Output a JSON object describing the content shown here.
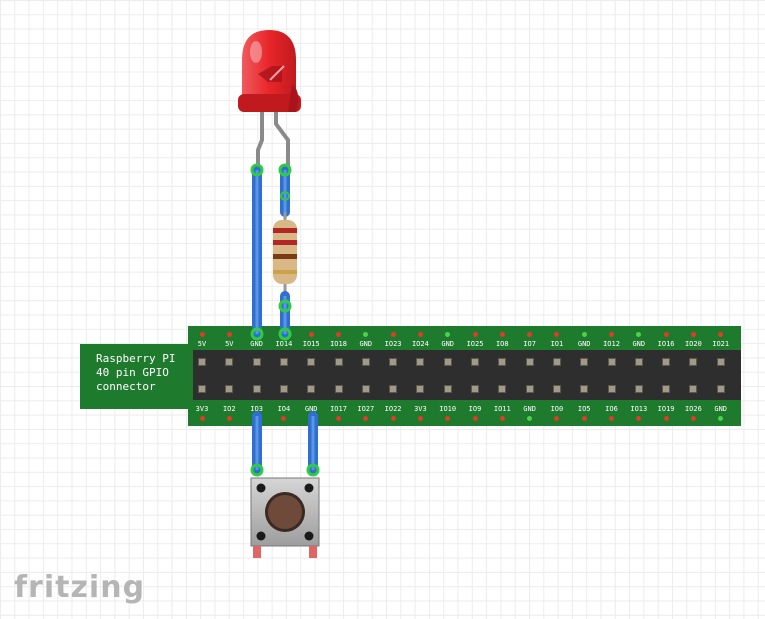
{
  "gpio_connector": {
    "label_lines": [
      "Raspberry PI",
      "40 pin GPIO",
      "connector"
    ],
    "top_pins": [
      "5V",
      "5V",
      "GND",
      "IO14",
      "IO15",
      "IO18",
      "GND",
      "IO23",
      "IO24",
      "GND",
      "IO25",
      "IO8",
      "IO7",
      "IO1",
      "GND",
      "IO12",
      "GND",
      "IO16",
      "IO20",
      "IO21"
    ],
    "bottom_pins": [
      "3V3",
      "IO2",
      "IO3",
      "IO4",
      "GND",
      "IO17",
      "IO27",
      "IO22",
      "3V3",
      "IO10",
      "IO9",
      "IO11",
      "GND",
      "IO0",
      "IO5",
      "IO6",
      "IO13",
      "IO19",
      "IO26",
      "GND"
    ]
  },
  "components": {
    "led": "red-led",
    "resistor": "resistor",
    "button": "pushbutton"
  },
  "colors": {
    "board": "#1e7a2c",
    "wire": "#2f6fd0",
    "wire_end": "#2ecc40",
    "led": "#e8262a",
    "pin_dot_gnd": "#4cd14c",
    "pin_dot_io": "#e03c2a"
  },
  "watermark": "fritzing"
}
